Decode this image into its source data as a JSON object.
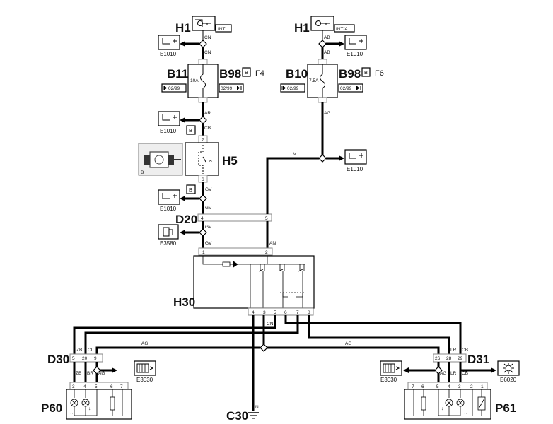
{
  "components": {
    "h1_left": {
      "code": "H1",
      "tag": "INT"
    },
    "h1_right": {
      "code": "H1",
      "tag": "INT/A"
    },
    "b11": {
      "code": "B11",
      "date_left": "02/99",
      "rating": "10A"
    },
    "b98_left": {
      "code": "B98",
      "variant": "B",
      "fuse": "F4",
      "date_right": "02/99"
    },
    "b10": {
      "code": "B10",
      "date_left": "02/99",
      "rating": "7.5A"
    },
    "b98_right": {
      "code": "B98",
      "variant": "B",
      "fuse": "F6",
      "date_right": "02/99"
    },
    "h5": {
      "code": "H5",
      "variant_label": "B"
    },
    "d20": {
      "code": "D20"
    },
    "h30": {
      "code": "H30"
    },
    "d30": {
      "code": "D30"
    },
    "d31": {
      "code": "D31"
    },
    "p60": {
      "code": "P60"
    },
    "p61": {
      "code": "P61"
    },
    "c30": {
      "code": "C30"
    }
  },
  "variant_markers": [
    "B",
    "B"
  ],
  "earth_refs": {
    "top_left": "E1010",
    "top_right": "E1010",
    "after_fuse": "E1010",
    "after_h5": "E1010",
    "right_junction": "E1010",
    "d20_ref": "E3580",
    "p60_ref": "E3030",
    "p61_ref": "E3030",
    "p61_light": "E6020"
  },
  "wire_colors": {
    "cn_top": "CN",
    "cn_2": "CN",
    "ab_top": "AB",
    "ab_2": "AB",
    "ar": "AR",
    "cb_1": "CB",
    "ag_fuse": "AG",
    "m": "M",
    "gv_1": "GV",
    "gv_2": "GV",
    "gv_3": "GV",
    "gv_4": "GV",
    "an": "AN",
    "cn_h30": "CN",
    "ag_left": "AG",
    "ag_right": "AG",
    "zb_top": "ZB",
    "cl": "CL",
    "zb_bot": "ZB",
    "br": "BR",
    "ag_p60": "AG",
    "lr_top": "LR",
    "cb_top": "CB",
    "ag_p61": "AG",
    "lr_bot": "LR",
    "cb_bot": "CB",
    "n": "N"
  },
  "pins": {
    "h5_top": "7",
    "h5_bot": "6",
    "d20_left": "4",
    "d20_right": "5",
    "h30_in1": "1",
    "h30_in2": "2",
    "h30_out": [
      "4",
      "3",
      "5",
      "6",
      "7",
      "8"
    ],
    "d30": [
      "5",
      "20",
      "9"
    ],
    "d31": [
      "26",
      "28",
      "29"
    ],
    "p60": [
      "3",
      "4",
      "5",
      "6",
      "7"
    ],
    "p61": [
      "7",
      "6",
      "5",
      "4",
      "3",
      "2",
      "1"
    ]
  }
}
